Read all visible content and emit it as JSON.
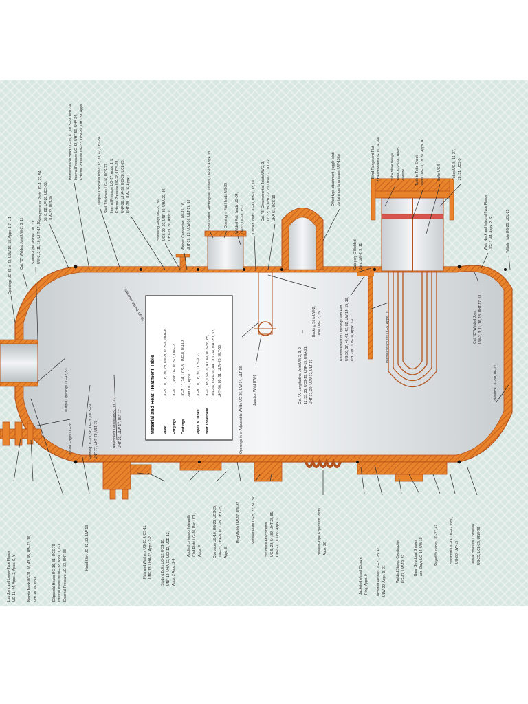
{
  "table": {
    "title": "Material and Heat Treatment Table",
    "rows": [
      {
        "label": "Plate",
        "lines": [
          "UG-5, 10, 16, 76, 79, UW-9, UCS-6, UNF-6"
        ]
      },
      {
        "label": "Forgings",
        "lines": [
          "UG-6, 11, Part UF, UCS-7, UNF-7"
        ]
      },
      {
        "label": "Castings",
        "lines": [
          "UG-7, 11, 24, UCS-8, UNF-8, UHA-8",
          "Part UCI, Appx. 7"
        ]
      },
      {
        "label": "Pipes & Tubes",
        "lines": [
          "UG-8, 10, 16, 31, UCS-9, 27"
        ]
      },
      {
        "label": "Heat Treatment",
        "lines": [
          "UG-11, 85, UW-10, 40, 49, UCS-56, 85,",
          "UNF-56, UHA-30, 44, UCL-34, UHT-51, 52,",
          "UHT-56, 80, 81, ULW-26, ULT-56"
        ]
      }
    ]
  },
  "labels": {
    "lap_joint": "Lap Joint and Loose-Type Flange",
    "lap_joint_refs": "UG-11, 44, Appx. 2, Appx. S, Y",
    "nozzle_neck": "Nozzle Neck UG-11, 16, 43, 45, UW-13, 16,",
    "nozzle_neck_2": "UHT-18, 19, 56-18",
    "ellipsoidal": "Ellipsoidal Heads UG-16, 81, UCS-79",
    "ellipsoidal_2": "Internal Pressure UG-32, Appx. 1, 1-1",
    "ellipsoidal_3": "External Pressure UG-33, UHT-33",
    "head_skirt": "Head Skirt UG-32, 33, UW-13",
    "nuts": "Nuts and Washers UG-13, UCS-11,",
    "nuts_2": "UNF-13, UHA-13, Appx. 2-2",
    "studs": "Studs & Bolts UG-12, UCS-10,",
    "studs_2": "UNF-12, UHA-12, UCI-12, UCD-12,",
    "studs_3": "Appx. 2 Appx. 2-4",
    "applied": "Applied Linings or Integrally",
    "applied_2": "Clad Plate UG-26, Part UCL,",
    "applied_3": "Appx. F",
    "corrosion": "Corrosion UG-16, UG-25, UCS-25,",
    "corrosion_2": "UNF-23, UHA-6, UCL-25, UHT-25,",
    "corrosion_3": "Appx. E",
    "plug": "Plug Welds UW-17, UW-37",
    "stiffener": "Stiffener Plate UG-5, 22, 54, 82",
    "structural": "Structural Attachments",
    "structural_2": "UG-5, 22, 54, 82, UHT-28, 85,",
    "structural_3": "ULW-27, ULT-86, Appx. G",
    "bellows": "Bellows-Type Expansion Joints",
    "bellows_2": "Appx. 26",
    "jacketed_closure": "Jacketed Vessel Closure",
    "jacketed_closure_2": "Ring, Appx. 9",
    "jacketed": "Jacketed Vessels UG-27, 28, 47,",
    "jacketed_2": "ULW-22, Appx. 9, 21",
    "welded_stayed": "Welded Stayed Construction",
    "welded_stayed_2": "UG-47, UW-19, 37",
    "bars": "Bars, Structural Shapes",
    "bars_2": "and Stays UG-14, UW-19",
    "stayed": "Stayed Surfaces UG-27, 47",
    "staybolts": "Staybolts UG-14, UG-47 to 50,",
    "staybolts_2": "UG-83, UW-19",
    "telltale_corr": "Telltale Holes for Corrosion",
    "telltale_corr_2": "UG-25, UCL-25, ULW-76",
    "openings": "Openings UG-36 to 43, ULW-16, 18, Appx. 1-7, L-1",
    "cat_b": "Cat. \"B\" Welded Joint UW-2, 3, 11",
    "saddle": "Saddle-Type Nozzle Cat. \"D\"",
    "saddle_2": "UW-2, 3, 11, 16, UHT-17, 18",
    "multiple": "Multiple Openings UG-42, 53",
    "inside_edges": "Inside Edges UG-76",
    "forming": "Forming UG-79, 96, UF-28, UCS-79,",
    "forming_2": "UNF-77, UHT-79, ULT-79",
    "attachment": "Attachment Details UW-9, 13, 33,",
    "attachment_2": "UHT-20, ULW-17, ULT-17",
    "non_pressure": "Non-pressure Parts UG-4, 22, 54,",
    "non_pressure_2": "55, 8, 82, UF-28, UCS-65,",
    "non_pressure_3": "ULW-22, ULT-30",
    "hemispherical": "Hemispherical Head UG-16, 81, UCS-79, UHT-34,",
    "hemispherical_2": "Internal Pressure UG-32, UHT-56, UHA-34,",
    "hemispherical_3": "External Pressure UG-33, UHA-31, UHT-33, Appx. L",
    "unequal": "Unequal Thickness UW-9, 13, 33, 42, UHT-34",
    "shell": "Shell Thickness UG-16, UCS-27",
    "shell_2": "Internal Pressure UG-27, Appx. 1, L",
    "shell_3": "External Pressure UG-28, UCS-28,",
    "shell_4": "UNF-28, UHA-28, UCI-28, UCL-26,",
    "shell_5": "UHT-28, ULW-16, Appx. L",
    "stiffening": "Stiffening Rings UG-29, 30,",
    "stiffening_2": "UCS-29, 30, UNF-30, UHA-29, 30,",
    "stiffening_3": "UHT-29, 30, Appx. L",
    "welded_conn": "Welded Connection UW-15, 16,",
    "welded_conn_2": "UHT-17, 18, ULW-16, ULT-17, 18",
    "tolerance1": "Tolerance UG-80, UF-29",
    "side_plates": "Side Plates, Rectangular Vessels, UW-13, Appx. 13",
    "opening_flat": "Opening in Flat Heads UG-39",
    "welded_flat": "Welded Flat Heads UG-34,",
    "welded_flat_2": "UW-13, UF-44, UCI-1",
    "corner": "Corner Joints UG-93, UW-9, 13, 18",
    "cat_b_circ": "Cat. \"B\" Circumferential Joints UW-2, 3,",
    "cat_b_circ_2": "12, 33, 35, UHT-17, 20, ULW-17, ULT-17,",
    "cat_b_circ_3": "UHA-51, UCS-19",
    "offset": "Offset type attachment (joggle joint)",
    "offset_2": "containing a long seam, UW-13(b)",
    "openings_adjacent": "Openings in or Adjacent to Welds UG-36, UW-14, ULT-18",
    "junction": "Junction Weld UW-9",
    "cat_a": "Cat. \"A\" Longitudinal Joint UW-2, 3, 9,",
    "cat_a_2": "12, 33, 35, UCS-19, UNF-19, UHA-21,",
    "cat_a_3": "UHT-17, 20, ULW-17, ULT-17",
    "backing": "Backing Strip UW-2,",
    "backing_2": "Table UW-12, 35",
    "reinforcement": "Reinforcement of Openings with Pad",
    "reinforcement_2": "UG-36, 37, 40, 41, 42, 82, UW-14, 15, 16,",
    "reinforcement_3": "UHT-18, ULW-18, Appx. 1-7",
    "internal": "Internal Structures UG-5, Appx. D",
    "category_c": "Category C Welded",
    "category_c_2": "Joint UW-2, 3, 11",
    "blind_flange": "Blind Flange and Flat",
    "blind_flange_2": "Head Bolted UG-11, 34, 44",
    "tube_sheet": "Tube Sheet Design",
    "tube_sheet_2": "Appx. A, U-2(g), TEMA,",
    "tube_sheet_3": "B95500",
    "tube_to_sheet": "Tube to Tube Sheet",
    "tube_to_sheet_2": "Joints UW-13, 18, 37, Appx. A",
    "baffle": "Baffle UG-5",
    "tubes": "Tubes UG-8, 16, 27,",
    "tubes_2": "28, 31, UCS-9",
    "weld_neck": "Weld Neck and Integral-Type Flange",
    "weld_neck_2": "UG-11, 44, Appx. 2, S",
    "telltale": "Telltale Hole UG-25, UCL-25",
    "cat_d": "Cat. \"D\" Welded Joint",
    "cat_d_2": "UW-2, 3, 11, 16, 18, UHT-17, 18",
    "tolerance2": "Tolerance UG-80, UF-27"
  },
  "colors": {
    "background": "#d9e7e2",
    "steel": "#e8822b",
    "steel_edge": "#b4531c",
    "interior": "#eef1f2",
    "hatch": "#9d4a17",
    "pad": "#d9534f",
    "ink": "#2b2b2b"
  }
}
